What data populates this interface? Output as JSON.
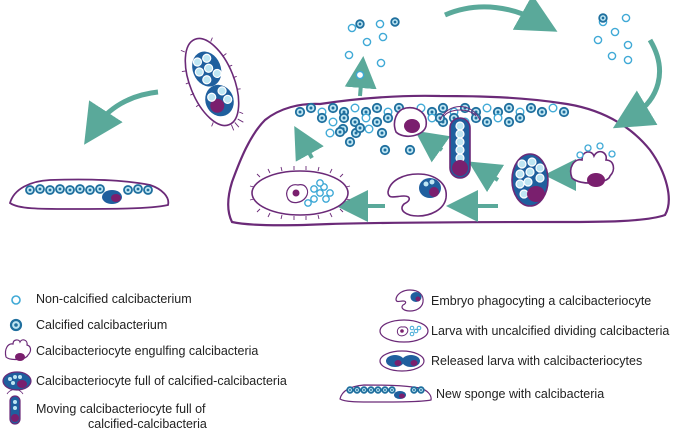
{
  "colors": {
    "sponge_outline": "#6b2a78",
    "arrow": "#5aa99a",
    "noncalcified": "#3fa9d6",
    "calcified_outer": "#1f6f9e",
    "calcified_fill": "#bfe6f3",
    "nucleus": "#7a1f6e",
    "cell_fill": "#1f5f9e",
    "cell_tint": "#bfe6f3"
  },
  "legend_left": [
    {
      "icon": "noncalcified-calcibacterium",
      "label": "Non-calcified calcibacterium"
    },
    {
      "icon": "calcified-calcibacterium",
      "label": "Calcified calcibacterium"
    },
    {
      "icon": "engulfing-calcibacteriocyte",
      "label": "Calcibacteriocyte engulfing calcibacteria"
    },
    {
      "icon": "full-calcibacteriocyte",
      "label": "Calcibacteriocyte full of calcified-calcibacteria"
    },
    {
      "icon": "moving-calcibacteriocyte",
      "label_line1": "Moving calcibacteriocyte full of",
      "label_line2": "calcified-calcibacteria"
    }
  ],
  "legend_right": [
    {
      "icon": "embryo-phagocyting",
      "label": "Embryo phagocyting a calcibacteriocyte"
    },
    {
      "icon": "larva-uncalcified",
      "label": "Larva with uncalcified dividing calcibacteria"
    },
    {
      "icon": "released-larva",
      "label": "Released larva with calcibacteriocytes"
    },
    {
      "icon": "new-sponge",
      "label": "New sponge with calcibacteria"
    }
  ]
}
